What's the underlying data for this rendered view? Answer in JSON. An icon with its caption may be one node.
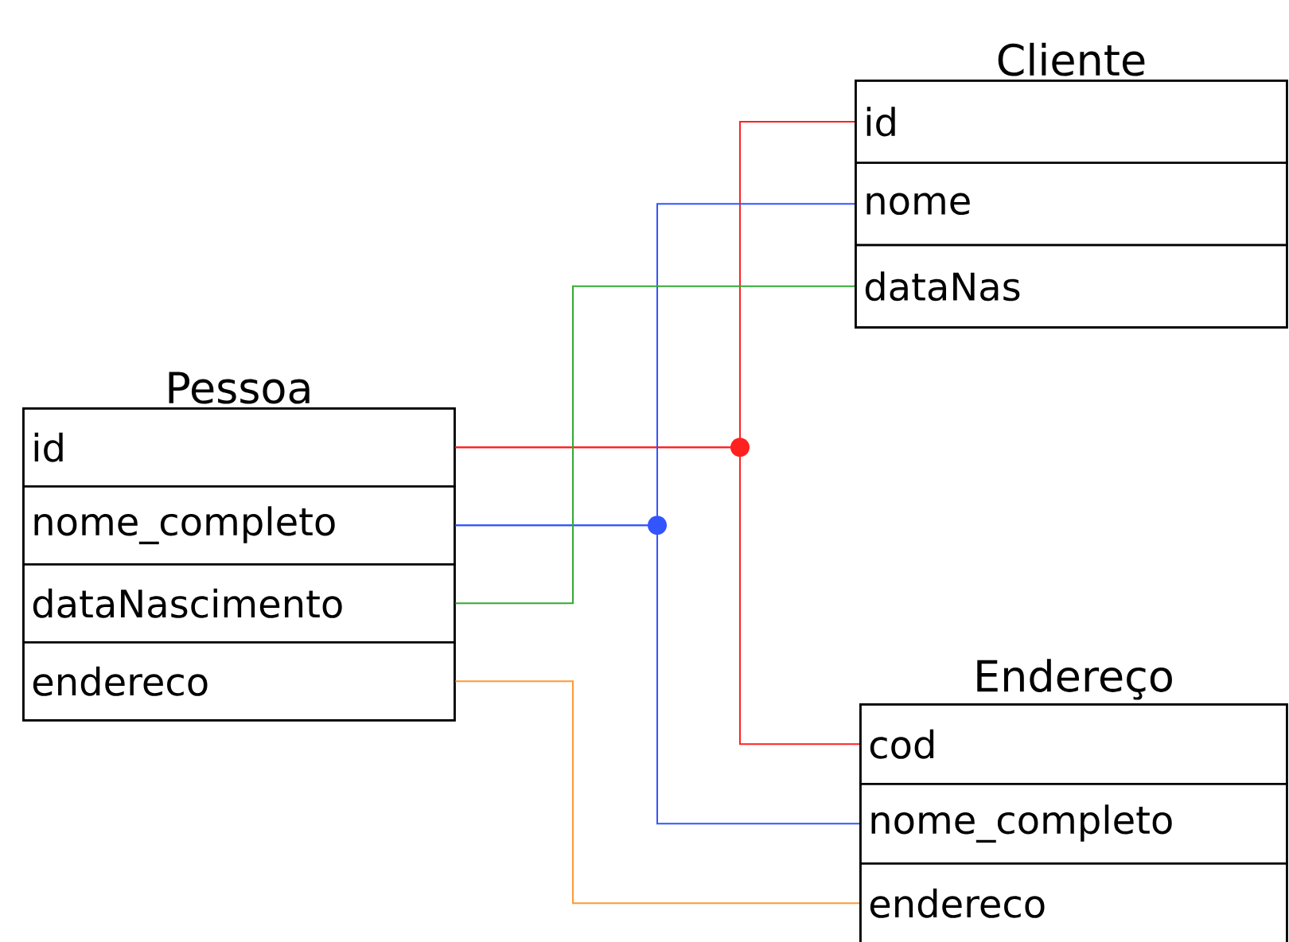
{
  "diagram": {
    "nodes": [
      {
        "text": [
          "Pessoa"
        ]
      },
      {
        "text": [
          "id"
        ],
        "in": 0
      },
      {
        "text": [
          "nome_completo"
        ],
        "in": 0
      },
      {
        "text": [
          "dataNascimento"
        ],
        "in": 0
      },
      {
        "text": [
          "endereco"
        ],
        "in": 0
      },
      {
        "text": [
          "Cliente"
        ]
      },
      {
        "text": [
          "id"
        ],
        "in": 5
      },
      {
        "text": [
          "nome"
        ],
        "in": 5
      },
      {
        "text": [
          "dataNas"
        ],
        "in": 5
      },
      {
        "text": [
          "Endereço"
        ]
      },
      {
        "text": [
          "cod"
        ],
        "in": 9
      },
      {
        "text": [
          "nome_completo"
        ],
        "in": 9
      },
      {
        "text": [
          "endereco"
        ],
        "in": 9
      }
    ],
    "edges": [
      {
        "from": 1,
        "to": 6,
        "arrow": "none",
        "color": "#ff2020"
      },
      {
        "from": 1,
        "to": 10,
        "arrow": "none",
        "color": "#ff2020"
      },
      {
        "from": 2,
        "to": 7,
        "arrow": "none",
        "color": "#3355ff"
      },
      {
        "from": 2,
        "to": 11,
        "arrow": "none",
        "color": "#3355ff"
      },
      {
        "from": 3,
        "to": 8,
        "arrow": "none",
        "color": "#33aa33"
      },
      {
        "from": 4,
        "to": 12,
        "arrow": "none",
        "color": "#ff9933"
      }
    ]
  }
}
